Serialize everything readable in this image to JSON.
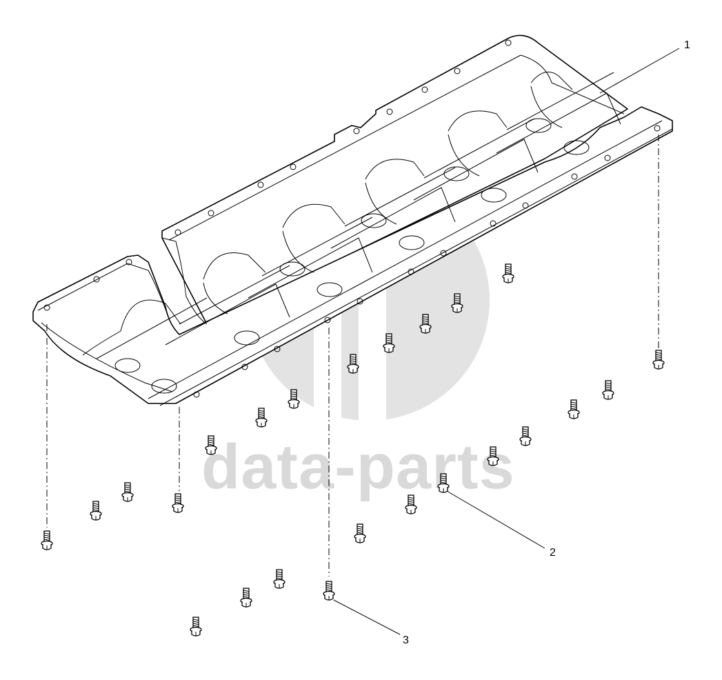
{
  "watermark": {
    "text": "data-parts",
    "color": "#d9d9d9"
  },
  "callouts": [
    {
      "id": "1",
      "label": "1"
    },
    {
      "id": "2",
      "label": "2"
    },
    {
      "id": "3",
      "label": "3"
    }
  ],
  "colors": {
    "line": "#000000",
    "background": "#ffffff",
    "watermark": "#d9d9d9"
  },
  "parts": {
    "pan_label": "1",
    "bolt_short_label": "2",
    "bolt_long_label": "3"
  }
}
